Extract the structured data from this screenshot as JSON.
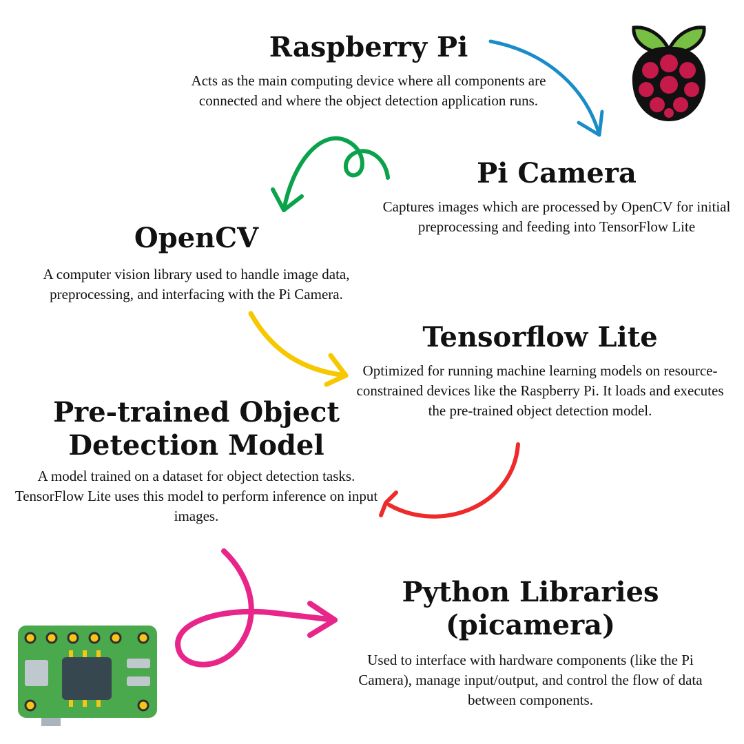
{
  "nodes": {
    "raspberry_pi": {
      "title": "Raspberry Pi",
      "desc": "Acts as the main computing device where all components are connected and where the object detection application runs."
    },
    "pi_camera": {
      "title": "Pi Camera",
      "desc": "Captures images which are processed by OpenCV for initial preprocessing and feeding into TensorFlow Lite"
    },
    "opencv": {
      "title": "OpenCV",
      "desc": "A computer vision library used to handle image data, preprocessing, and interfacing with the Pi Camera."
    },
    "tensorflow_lite": {
      "title": "Tensorflow Lite",
      "desc": "Optimized for running machine learning models on resource-constrained devices like the Raspberry Pi. It loads and executes the pre-trained object detection model."
    },
    "pretrained_model": {
      "title": "Pre-trained Object Detection Model",
      "desc": "A model trained on a dataset for object detection tasks. TensorFlow Lite uses this model to perform inference on input images."
    },
    "python_libraries": {
      "title": "Python Libraries (picamera)",
      "desc": "Used to interface with hardware components (like the Pi Camera), manage input/output, and control the flow of data between components."
    }
  },
  "arrow_colors": {
    "blue": "#1a8cc7",
    "green": "#0aa24a",
    "yellow": "#f7c800",
    "red": "#ee2b2b",
    "magenta": "#e8268a"
  },
  "icons": [
    "raspberry-pi-logo-icon",
    "circuit-board-icon"
  ]
}
